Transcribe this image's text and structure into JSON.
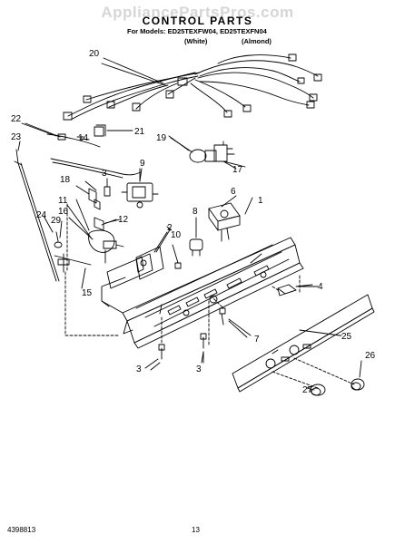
{
  "watermark": "AppliancePartsPros.com",
  "header": {
    "title": "CONTROL PARTS",
    "subtitle": "For Models: ED25TEXFW04, ED25TEXFN04",
    "variants": [
      "(White)",
      "(Almond)"
    ]
  },
  "callouts": [
    "20",
    "22",
    "14",
    "21",
    "23",
    "19",
    "17",
    "18",
    "3",
    "9",
    "6",
    "1",
    "11",
    "8",
    "16",
    "12",
    "2",
    "24",
    "29",
    "10",
    "4",
    "15",
    "7",
    "25",
    "3",
    "3",
    "26",
    "27"
  ],
  "footer": {
    "doc_number": "4398813",
    "page_number": "13"
  }
}
